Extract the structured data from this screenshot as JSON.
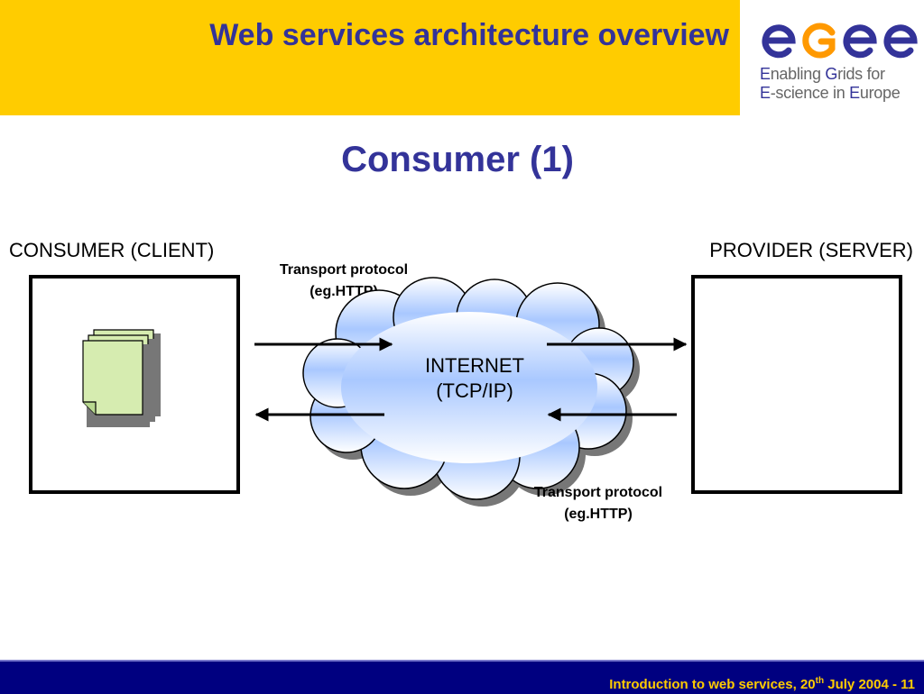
{
  "header": {
    "title": "Web services architecture overview"
  },
  "logo": {
    "wordmark": "egee",
    "line1_cap1": "E",
    "line1_rest1": "nabling ",
    "line1_cap2": "G",
    "line1_rest2": "rids for",
    "line2_cap1": "E",
    "line2_rest1": "-science in ",
    "line2_cap2": "E",
    "line2_rest2": "urope"
  },
  "slide": {
    "subtitle": "Consumer (1)"
  },
  "diagram": {
    "consumer_label": "CONSUMER (CLIENT)",
    "provider_label": "PROVIDER (SERVER)",
    "transport_top_line1": "Transport protocol",
    "transport_top_line2": "(eg.HTTP)",
    "transport_bottom_line1": "Transport protocol",
    "transport_bottom_line2": "(eg.HTTP)",
    "cloud_line1": "INTERNET",
    "cloud_line2": "(TCP/IP)"
  },
  "footer": {
    "text_prefix": "Introduction to web services, 20",
    "text_sup": "th",
    "text_suffix": " July 2004  - 11"
  }
}
